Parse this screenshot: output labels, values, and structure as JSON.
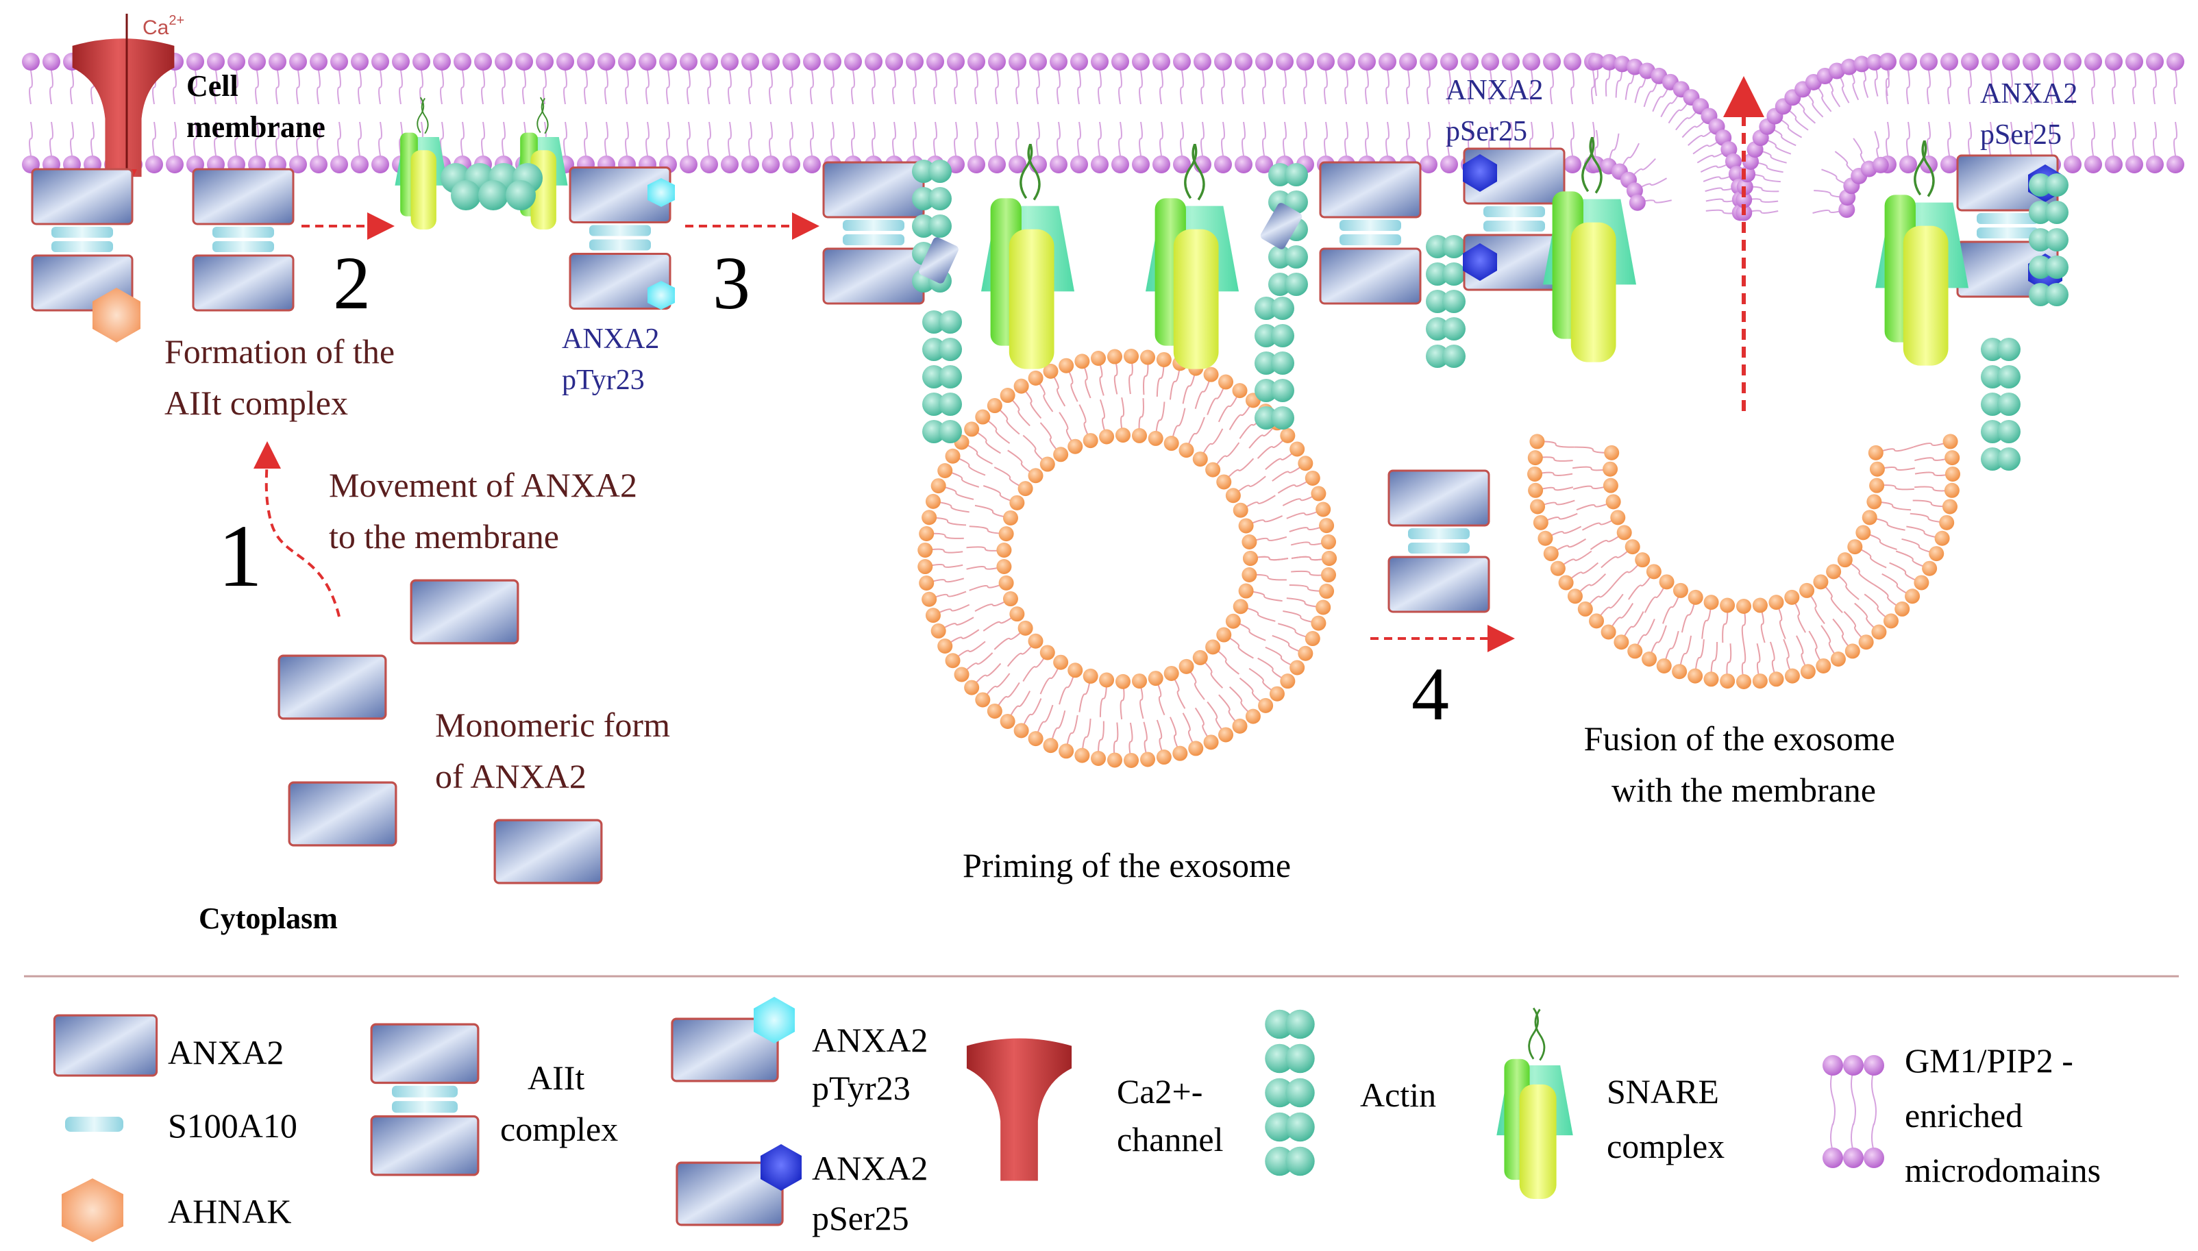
{
  "labels": {
    "ca_ion": "Ca",
    "ca_ion_charge": "2+",
    "cell_membrane": [
      "Cell",
      "membrane"
    ],
    "cytoplasm": "Cytoplasm",
    "formation": [
      "Formation of the",
      "AIIt complex"
    ],
    "movement": [
      "Movement of ANXA2",
      "to the membrane"
    ],
    "monomeric": [
      "Monomeric form",
      "of  ANXA2"
    ],
    "anxa2_ptyr23": [
      "ANXA2",
      "pTyr23"
    ],
    "anxa2_pser25_left": [
      "ANXA2",
      "pSer25"
    ],
    "anxa2_pser25_right": [
      "ANXA2",
      "pSer25"
    ],
    "priming": "Priming of the exosome",
    "fusion": [
      "Fusion of the exosome",
      "with the membrane"
    ],
    "steps": [
      "1",
      "2",
      "3",
      "4"
    ]
  },
  "legend": {
    "anxa2": "ANXA2",
    "s100a10": "S100A10",
    "ahnak": "AHNAK",
    "aiit": [
      "AIIt",
      "complex"
    ],
    "ptyr23": [
      "ANXA2",
      "pTyr23"
    ],
    "pser25": [
      "ANXA2",
      "pSer25"
    ],
    "ca_channel": [
      "Ca2+-",
      "channel"
    ],
    "actin": "Actin",
    "snare": [
      "SNARE",
      "complex"
    ],
    "gm1": [
      "GM1/PIP2 -",
      "enriched",
      "microdomains"
    ]
  },
  "colors": {
    "membrane_head": "#c97fd6",
    "vesicle_head": "#f5a15a",
    "anxa2": "#6e86bc",
    "s100a10": "#8fd3e0",
    "actin": "#5ec9ad",
    "snare_outer": "#7ee8bd",
    "snare_mid": "#7de84a",
    "snare_inner": "#dff25a",
    "ca_channel": "#c8393b",
    "ptyr23": "#6ff0ff",
    "pser25": "#1f2fd6",
    "ahnak": "#f7a46b",
    "arrow": "#e03030",
    "label_dark": "#5a1e1e",
    "label_blue": "#2a2a8c"
  }
}
